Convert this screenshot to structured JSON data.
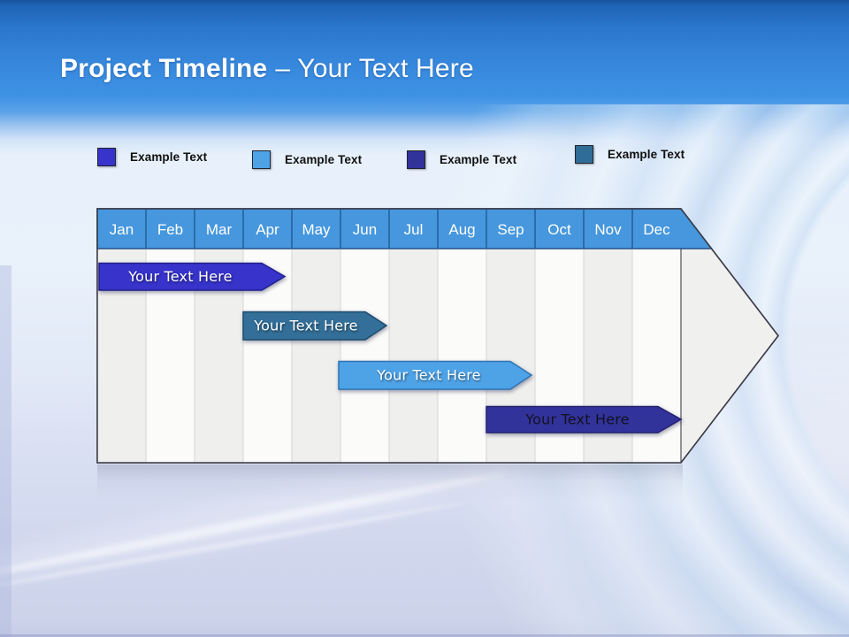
{
  "slide": {
    "title": {
      "bold": "Project Timeline",
      "rest": "– Your Text Here"
    }
  },
  "legend": {
    "items": [
      {
        "label": "Example Text",
        "color": "#3733CB"
      },
      {
        "label": "Example Text",
        "color": "#4EA3E7"
      },
      {
        "label": "Example Text",
        "color": "#32329B"
      },
      {
        "label": "Example Text",
        "color": "#2F6D96"
      }
    ]
  },
  "timeline": {
    "months": [
      "Jan",
      "Feb",
      "Mar",
      "Apr",
      "May",
      "Jun",
      "Jul",
      "Aug",
      "Sep",
      "Oct",
      "Nov",
      "Dec"
    ],
    "header": {
      "fill": "#4697DD",
      "separator": "#2B6CAC",
      "text_color": "#FFFFFF"
    },
    "stripes": {
      "even": "#EFEFED",
      "odd": "#FBFBFA"
    },
    "arrow_fill": "#F0F0EE",
    "bars": [
      {
        "label": "Your Text Here",
        "fill": "#3733CB",
        "stroke": "#221F8E",
        "text_color": "#FFFFFF",
        "start": "Jan",
        "end": "mid-Apr"
      },
      {
        "label": "Your Text Here",
        "fill": "#336F98",
        "stroke": "#1D4B6C",
        "text_color": "#FFFFFF",
        "start": "Apr",
        "end": "late Jun"
      },
      {
        "label": "Your Text Here",
        "fill": "#4EA3E7",
        "stroke": "#2E74B5",
        "text_color": "#FFFFFF",
        "start": "Jun",
        "end": "early Sep"
      },
      {
        "label": "Your Text Here",
        "fill": "#32329B",
        "stroke": "#22226F",
        "text_color": "#121220",
        "start": "Sep",
        "end": "Dec"
      }
    ]
  }
}
